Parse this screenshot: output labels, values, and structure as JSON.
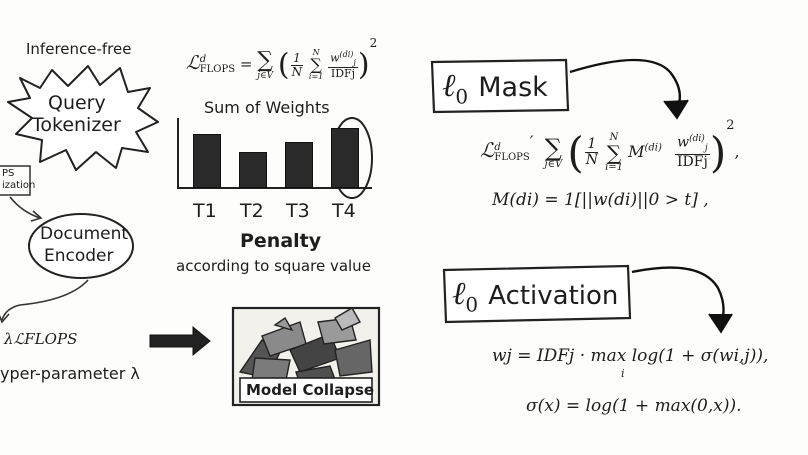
{
  "left_panel": {
    "inference_free": "Inference-free",
    "query_tokenizer": [
      "Query",
      "Tokenizer"
    ],
    "flops_regularization_fragment": [
      "PS",
      "ization"
    ],
    "document_encoder": [
      "Document",
      "Encoder"
    ],
    "lambda_flops": "λℒFLOPS",
    "hyper_parameter": "yper-parameter λ",
    "model_collapse": "Model Collapse"
  },
  "penalty_panel": {
    "formula_lhs": "ℒ",
    "formula_lhs_sup": "d",
    "formula_lhs_sub": "FLOPS",
    "formula_sum_sub": "j∈V",
    "formula_frac_num": "1",
    "formula_frac_den": "N",
    "formula_inner_sum_sub": "i=1",
    "formula_inner_sum_sup": "N",
    "formula_w": "w",
    "formula_w_sup": "(di)",
    "formula_w_sub": "j",
    "formula_idf": "IDFj",
    "formula_power": "2",
    "sum_of_weights_title": "Sum of Weights",
    "bar_labels": [
      "T1",
      "T2",
      "T3",
      "T4"
    ],
    "penalty_title": "Penalty",
    "penalty_subtitle": "according to square value"
  },
  "chart_data": {
    "type": "bar",
    "title": "Sum of Weights",
    "categories": [
      "T1",
      "T2",
      "T3",
      "T4"
    ],
    "values": [
      0.68,
      0.45,
      0.58,
      0.75
    ],
    "highlighted": "T4"
  },
  "l0_mask": {
    "title_prefix": "ℓ",
    "title_sub": "0",
    "title_word": "Mask",
    "formula_lhs": "ℒ",
    "formula_lhs_sup": "d",
    "formula_lhs_sub": "FLOPS",
    "formula_prime": "′",
    "formula_sum_sub": "j∈V",
    "formula_frac_num": "1",
    "formula_frac_den": "N",
    "formula_inner_sum_sup": "N",
    "formula_inner_sum_sub": "i=1",
    "formula_M": "M",
    "formula_M_sup": "(di)",
    "formula_w": "w",
    "formula_w_sup": "(di)",
    "formula_w_sub": "j",
    "formula_idf": "IDFj",
    "formula_power": "2",
    "formula_trailing_comma": ",",
    "mask_def": "M(di) = 1[||w(di)||0 > t] ,"
  },
  "l0_activation": {
    "title_prefix": "ℓ",
    "title_sub": "0",
    "title_word": "Activation",
    "formula_1": "wj = IDFj · max log(1 + σ(wi,j)),",
    "formula_1_max_sub": "i",
    "formula_2": "σ(x) = log(1 + max(0,x))."
  }
}
